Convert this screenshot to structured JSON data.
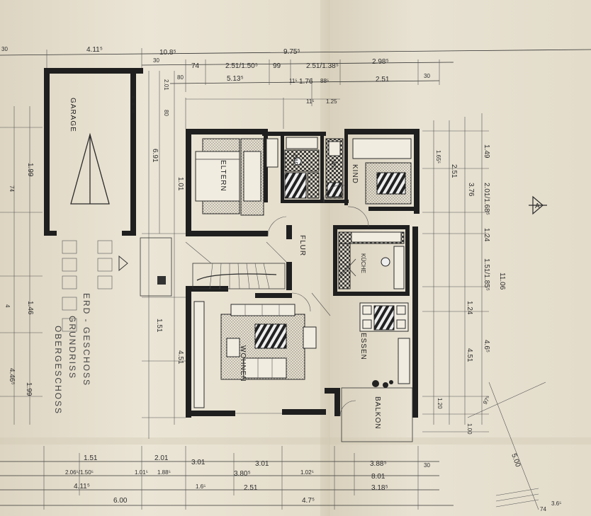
{
  "drawing": {
    "rooms": {
      "garage": "GARAGE",
      "eltern": "ELTERN",
      "kind": "KIND",
      "flur": "FLUR",
      "kueche": "KÜCHE",
      "wohnen": "WOHNEN",
      "essen": "ESSEN",
      "balkon": "BALKON",
      "bad": "BAD",
      "wc": "WC"
    },
    "sheet_title": [
      "ERD - GESCHOSS",
      "GRUNDRISS",
      "OBERGESCHOSS"
    ],
    "north_marker": "A",
    "dimensions": {
      "top": [
        "4.11⁵",
        "10.8⁵",
        "9.75⁵",
        "74",
        "2.51/1.50⁵",
        "99",
        "2.51/1.38⁵",
        "2.98⁵",
        "30",
        "5.13⁵",
        "11⁵",
        "1.76",
        "88⁵",
        "2.51",
        "30",
        "11⁵",
        "1.25",
        "80",
        "30"
      ],
      "right": [
        "1.49",
        "2.01/1.68⁵",
        "1.24",
        "1.51/1.85⁵",
        "4.6⁵",
        "11.06",
        "3.76",
        "1.65⁵",
        "2.51",
        "1.24",
        "4.51",
        "1.20",
        "1.00",
        "97⁵",
        "5.00"
      ],
      "bottom": [
        "1.51",
        "2.01",
        "3.01",
        "2.06⁵/1.50⁵",
        "1.01⁵",
        "1.88⁵",
        "4.11⁵",
        "6.00",
        "3.80⁵",
        "3.01",
        "2.51",
        "1.02⁵",
        "4.7⁵",
        "3.88⁵",
        "8.01",
        "3.18⁵",
        "74",
        "3.6⁵",
        "30",
        "1.6⁵"
      ],
      "left": [
        "1.99",
        "1.46",
        "4.46⁵",
        "1.99",
        "74",
        "1.51",
        "4.51",
        "6.91",
        "1.01",
        "2.01",
        "80",
        "4"
      ]
    }
  }
}
